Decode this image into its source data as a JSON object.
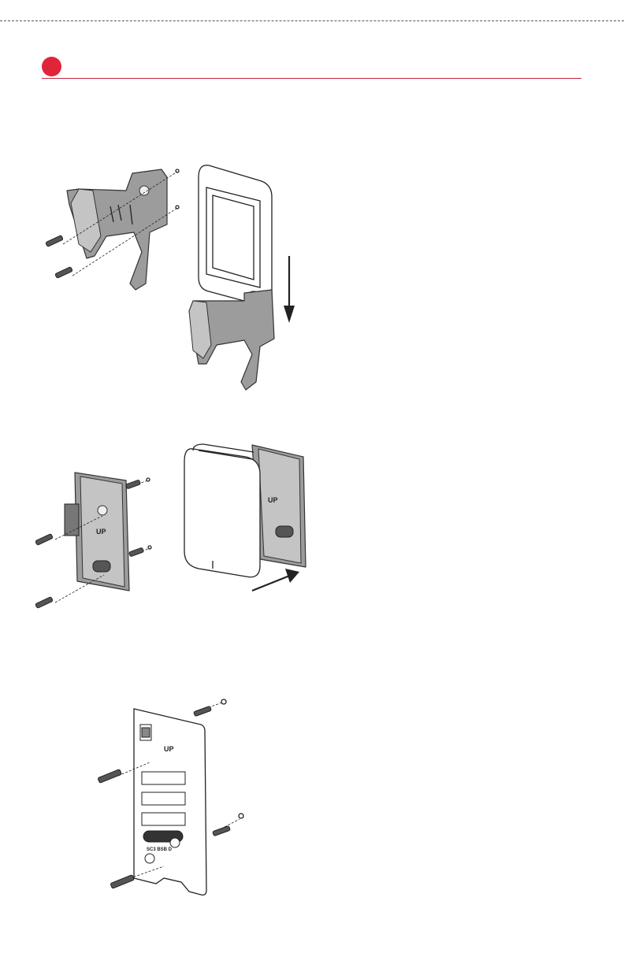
{
  "header": {
    "accent_color": "#e0243a",
    "rule_color": "#c4233f"
  },
  "figures": {
    "fig1": {
      "icon": "bracket-slide-down-illustration"
    },
    "fig2": {
      "icon": "wallplate-mount-illustration"
    },
    "fig3": {
      "icon": "backplate-screws-illustration",
      "up_label": "UP",
      "switch_label": "SC3  BSB  D"
    }
  }
}
